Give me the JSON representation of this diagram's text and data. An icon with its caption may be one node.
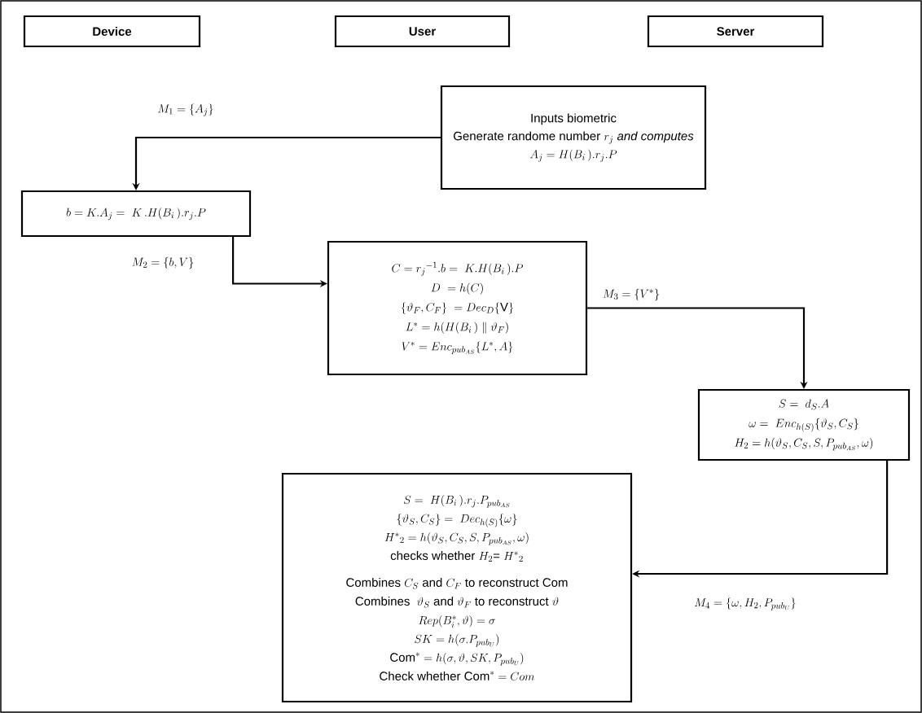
{
  "diagram": {
    "nodes": [
      {
        "text": [
          "Device"
        ]
      },
      {
        "text": [
          "User"
        ]
      },
      {
        "text": [
          "Server"
        ]
      },
      {
        "text": [
          "\\text{Inputs biometric}",
          "\\text{Generate randome number } r_j\\ \\mathit{and\\ computes}",
          "A_j = H(B_i\\,).r_j.P"
        ]
      },
      {
        "text": [
          "b = K.A_j = \\ K\\,.H(B_i\\,).r_j.P"
        ]
      },
      {
        "text": [
          "C = {r_j}^{-1}.b = \\ K.H(B_i\\,).P",
          "D\\ = h(C)",
          "\\{\\vartheta_F, C_F\\}\\ = Dec_D\\{\\mathrm{V}\\}",
          "L^* = h(H(B_i\\,) \\parallel \\vartheta_F)",
          "V^* = Enc_{pub_{AS}}\\{L^*, A\\}"
        ]
      },
      {
        "text": [
          "S = \\ d_S.A",
          "\\omega = \\ Enc_{h(S)}\\{\\vartheta_S, C_S\\}",
          "H_2 = h(\\vartheta_S, C_S, S, P_{pub_{AS}}, \\omega)"
        ]
      },
      {
        "text": [
          "S = \\ H(B_i\\,).r_j.P_{pub_{AS}}",
          "\\{\\vartheta_S, C_S\\} = \\ Dec_{h(S)}\\{\\omega\\}",
          "{H^*}_2 = h(\\vartheta_S, C_S, S, P_{pub_{AS}}, \\omega)",
          "\\text{checks whether } H_2\\text{= }{H^*}_2",
          "\\text{Combines } C_S \\text{ and } C_F \\text{ to reconstruct Com}",
          "\\text{Combines }\\ \\vartheta_S \\text{ and } \\vartheta_F \\text{ to reconstruct } \\vartheta",
          "Rep(B_i^*, \\vartheta) = \\sigma",
          "SK = h(\\sigma.P_{pub_U})",
          "\\mathrm{Com}^* = h(\\sigma, \\vartheta, SK, P_{pub_U})",
          "\\text{Check whether } \\mathrm{Com}^* = Com"
        ]
      }
    ],
    "edges": [
      {
        "from": 3,
        "to": 4,
        "arrow": "to",
        "label": "M_1 = \\{A_j\\}"
      },
      {
        "from": 4,
        "to": 5,
        "arrow": "to",
        "label": "M_2 = \\{b, V\\}"
      },
      {
        "from": 5,
        "to": 6,
        "arrow": "to",
        "label": "M_3 = \\{V^*\\}"
      },
      {
        "from": 6,
        "to": 7,
        "arrow": "to",
        "label": "M_4 = \\{\\omega, H_2, P_{pub_U}\\}"
      }
    ]
  }
}
